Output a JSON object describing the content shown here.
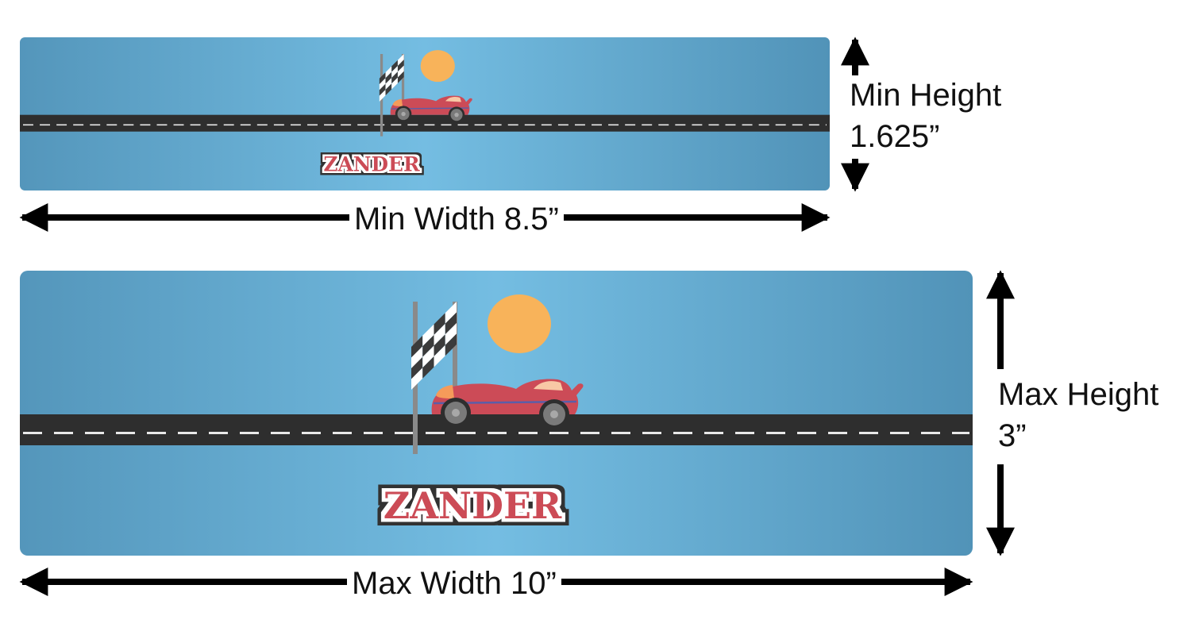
{
  "banners": [
    {
      "id": "min",
      "name_text": "ZANDER",
      "width_label": "Min Width 8.5”",
      "height_label_line1": "Min Height",
      "height_label_line2": "1.625”"
    },
    {
      "id": "max",
      "name_text": "ZANDER",
      "width_label": "Max Width 10”",
      "height_label_line1": "Max Height",
      "height_label_line2": "3”"
    }
  ],
  "colors": {
    "sky_edge": "#5496bb",
    "sky_center": "#74bde2",
    "road": "#2e2e2e",
    "sun": "#f8b35a",
    "car": "#cc4b57",
    "name_fill": "#cc4b57"
  }
}
